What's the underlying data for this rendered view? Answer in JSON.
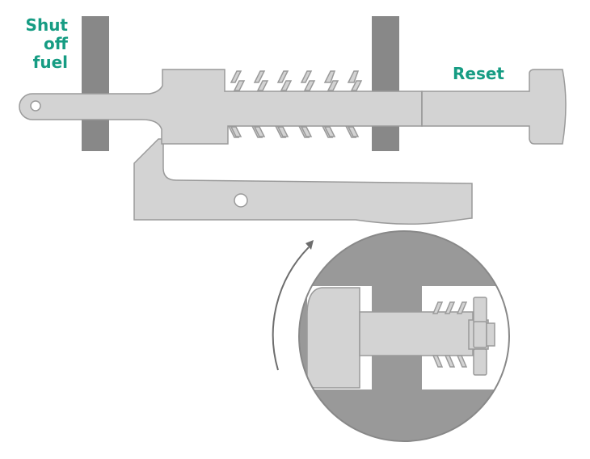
{
  "labels": {
    "shut_off_fuel": [
      "Shut",
      "off",
      "fuel"
    ],
    "reset": "Reset"
  },
  "colors": {
    "label": "#169c83",
    "part_fill": "#d3d3d3",
    "part_stroke": "#9a9a9a",
    "frame": "#888888",
    "arrow": "#6d6d6d"
  }
}
